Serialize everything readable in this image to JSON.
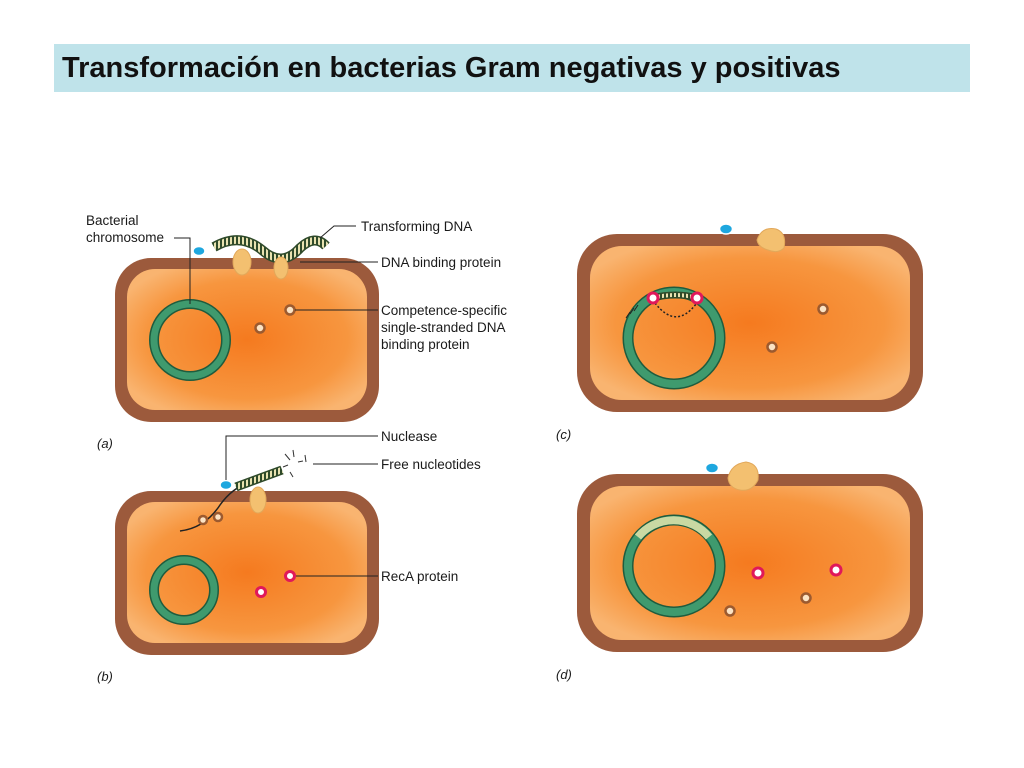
{
  "title": "Transformación en bacterias Gram negativas y positivas",
  "colors": {
    "title_bg": "#bfe3ea",
    "cell_wall": "#9c5a3c",
    "cytoplasm": "#f58a33",
    "chromosome": "#3f9a6e",
    "transforming_dna": "#2f4a2a",
    "dna_binding_protein": "#f3c070",
    "nuclease": "#1ea7df",
    "competence_protein": "#9c5a2f",
    "reca_protein": "#e0185a"
  },
  "panels": {
    "a": {
      "label": "(a)",
      "bacterial_chromosome": "Bacterial chromosome",
      "bacterial_chromosome_line1": "Bacterial",
      "bacterial_chromosome_line2": "chromosome",
      "transforming_dna": "Transforming DNA",
      "dna_binding_protein": "DNA binding protein",
      "competence_line1": "Competence-specific",
      "competence_line2": "single-stranded DNA",
      "competence_line3": "binding protein"
    },
    "b": {
      "label": "(b)",
      "nuclease": "Nuclease",
      "free_nucleotides": "Free nucleotides",
      "reca_protein": "RecA protein"
    },
    "c": {
      "label": "(c)"
    },
    "d": {
      "label": "(d)"
    }
  }
}
